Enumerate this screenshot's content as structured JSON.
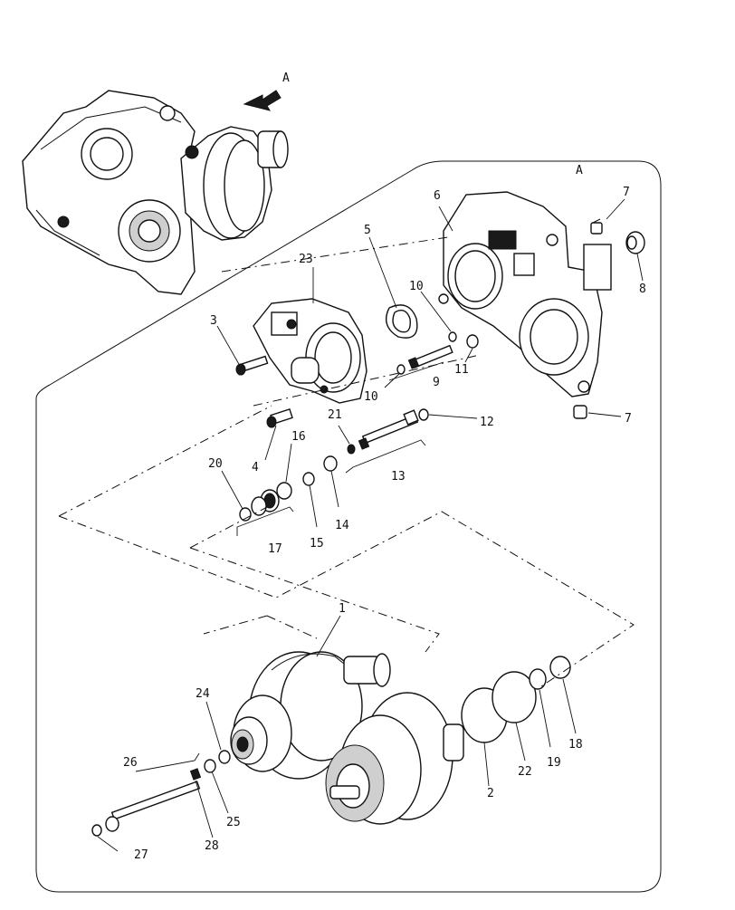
{
  "view_marker": "A",
  "detail_marker": "A",
  "callouts": [
    "1",
    "2",
    "3",
    "4",
    "5",
    "6",
    "7",
    "7",
    "8",
    "9",
    "10",
    "10",
    "11",
    "12",
    "13",
    "14",
    "15",
    "16",
    "17",
    "18",
    "19",
    "20",
    "21",
    "22",
    "23",
    "24",
    "25",
    "26",
    "27",
    "28"
  ]
}
